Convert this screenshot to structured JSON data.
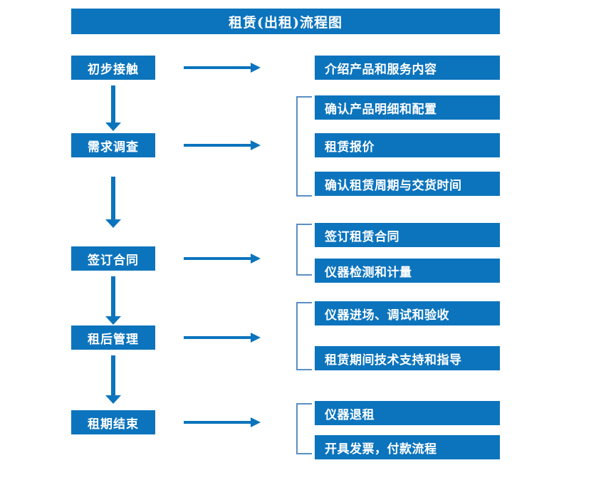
{
  "diagram": {
    "title": "租赁(出租)流程图",
    "colors": {
      "primary": "#0c74bd",
      "bracket": "#5b8fc4",
      "text_on_primary": "#ffffff",
      "background": "#ffffff"
    },
    "stages": [
      {
        "id": "stage-1",
        "label": "初步接触",
        "details": [
          "介绍产品和服务内容"
        ],
        "has_bracket": false
      },
      {
        "id": "stage-2",
        "label": "需求调查",
        "details": [
          "确认产品明细和配置",
          "租赁报价",
          "确认租赁周期与交货时间"
        ],
        "has_bracket": true
      },
      {
        "id": "stage-3",
        "label": "签订合同",
        "details": [
          "签订租赁合同",
          "仪器检测和计量"
        ],
        "has_bracket": true
      },
      {
        "id": "stage-4",
        "label": "租后管理",
        "details": [
          "仪器进场、调试和验收",
          "租赁期间技术支持和指导"
        ],
        "has_bracket": true
      },
      {
        "id": "stage-5",
        "label": "租期结束",
        "details": [
          "仪器退租",
          "开具发票，付款流程"
        ],
        "has_bracket": true
      }
    ],
    "icons": {
      "flow_arrow_down": "down-arrow-icon",
      "flow_arrow_right": "right-arrow-icon",
      "group_bracket": "bracket-icon"
    }
  }
}
